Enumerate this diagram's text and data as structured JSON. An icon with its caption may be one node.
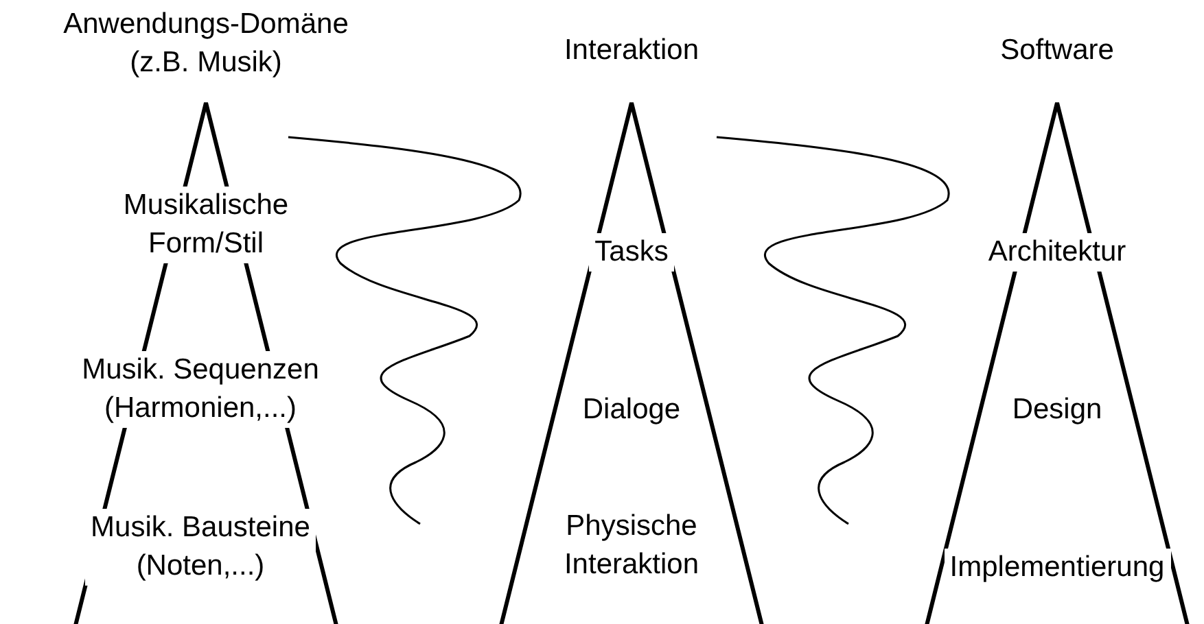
{
  "diagram": {
    "nodes": [
      {
        "text": [
          "Anwendungs-Domäne (z.B. Musik)",
          "Musikalische Form/Stil",
          "Musik. Sequenzen (Harmonien,...)",
          "Musik. Bausteine (Noten,...)"
        ]
      },
      {
        "text": [
          "Interaktion",
          "Tasks",
          "Dialoge",
          "Physische Interaktion"
        ]
      },
      {
        "text": [
          "Software",
          "Architektur",
          "Design",
          "Implementierung"
        ]
      }
    ],
    "edges": []
  }
}
